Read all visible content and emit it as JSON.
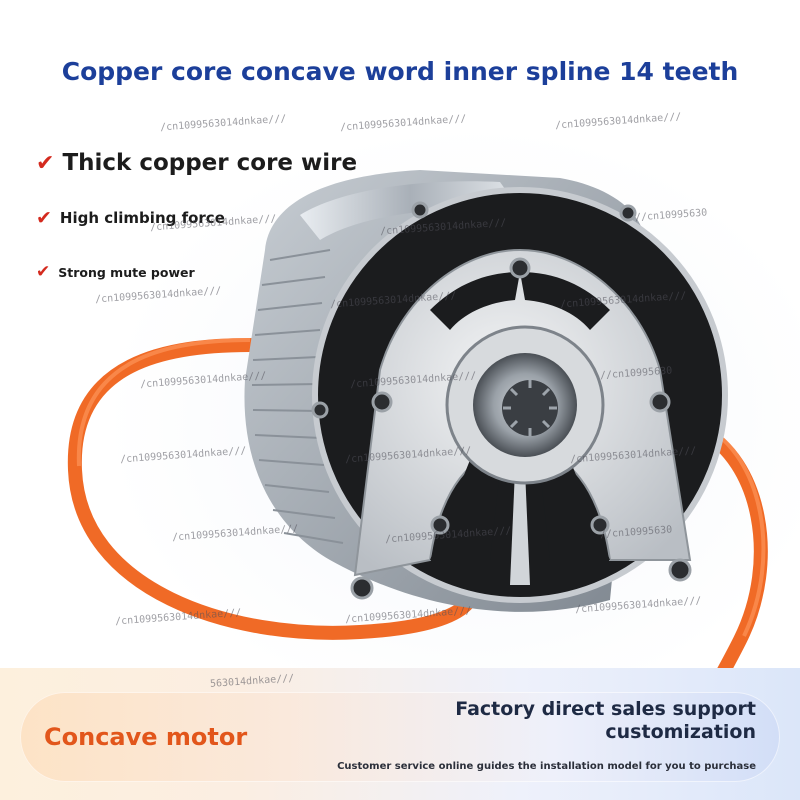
{
  "headline": "Copper core concave word inner spline 14 teeth",
  "features": [
    {
      "icon": "check-icon",
      "text": "Thick copper core wire"
    },
    {
      "icon": "check-icon",
      "text": "High climbing force"
    },
    {
      "icon": "check-icon",
      "text": "Strong mute power"
    }
  ],
  "watermarks": {
    "full": "/cn1099563014dnkae///",
    "short_a": "/cn1099563014dnkae///",
    "short_b": "//cn10995630",
    "short_c": "563014dnkae///",
    "short_d": "//cn10995630"
  },
  "banner": {
    "left_title": "Concave motor",
    "right_title": "Factory direct sales support customization",
    "footnote": "Customer service online guides the installation model for you to purchase"
  },
  "colors": {
    "headline": "#1c3f9a",
    "check": "#d42a1e",
    "cable": "#f06a26",
    "banner_left_text": "#e2561b"
  }
}
